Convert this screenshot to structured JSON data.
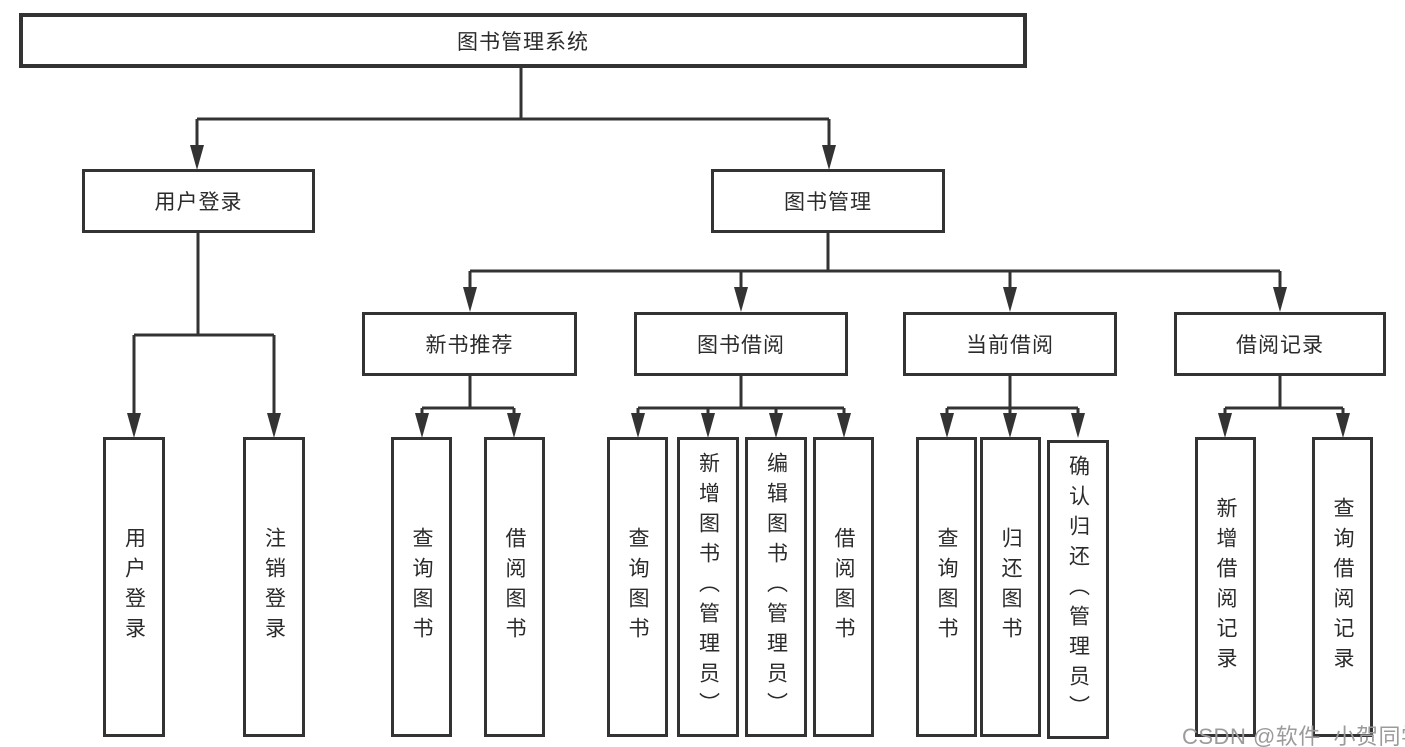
{
  "colors": {
    "line": "#333333",
    "box_border": "#333333",
    "box_fill": "#ffffff",
    "text": "#2b2b2b",
    "watermark_text": "#9b9b9b"
  },
  "diagram": {
    "root": {
      "label": "图书管理系统"
    },
    "branches": [
      {
        "label": "用户登录",
        "children": [
          {
            "label": "用户登录"
          },
          {
            "label": "注销登录"
          }
        ]
      },
      {
        "label": "图书管理",
        "children": [
          {
            "label": "新书推荐",
            "children": [
              {
                "label": "查询图书"
              },
              {
                "label": "借阅图书"
              }
            ]
          },
          {
            "label": "图书借阅",
            "children": [
              {
                "label": "查询图书"
              },
              {
                "label": "新增图书（管理员）"
              },
              {
                "label": "编辑图书（管理员）"
              },
              {
                "label": "借阅图书"
              }
            ]
          },
          {
            "label": "当前借阅",
            "children": [
              {
                "label": "查询图书"
              },
              {
                "label": "归还图书"
              },
              {
                "label": "确认归还（管理员）"
              }
            ]
          },
          {
            "label": "借阅记录",
            "children": [
              {
                "label": "新增借阅记录"
              },
              {
                "label": "查询借阅记录"
              }
            ]
          }
        ]
      }
    ]
  },
  "watermark": {
    "text": "CSDN @软件_小贺同学"
  }
}
